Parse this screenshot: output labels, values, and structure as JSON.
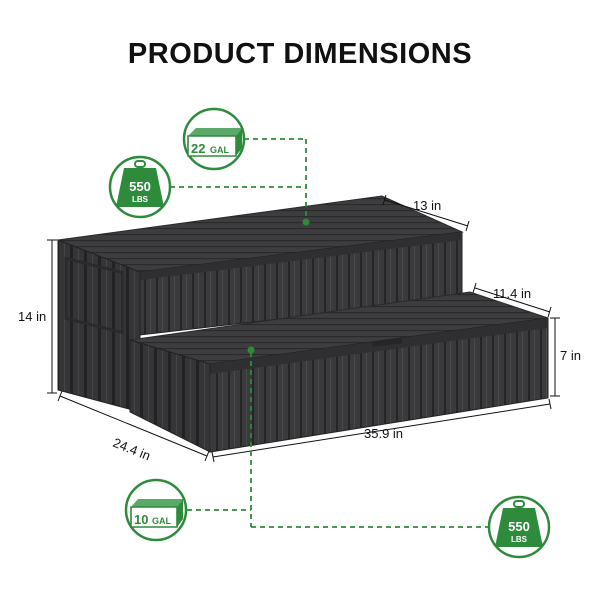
{
  "title": "PRODUCT DIMENSIONS",
  "dimensions": {
    "height_total": "14 in",
    "step_height": "7 in",
    "top_depth": "13 in",
    "bottom_depth": "11.4 in",
    "depth": "24.4 in",
    "width": "35.9 in"
  },
  "badges": {
    "top_capacity": {
      "number": "22",
      "unit": "GAL"
    },
    "top_weight": {
      "number": "550",
      "unit": "LBS"
    },
    "bottom_capacity": {
      "number": "10",
      "unit": "GAL"
    },
    "bottom_weight": {
      "number": "550",
      "unit": "LBS"
    }
  },
  "colors": {
    "accent": "#2e8b3c",
    "product": "#3b3b3d",
    "guide_line": "#2e8b3c"
  },
  "icons": [
    "storage-box-icon",
    "weight-icon"
  ]
}
